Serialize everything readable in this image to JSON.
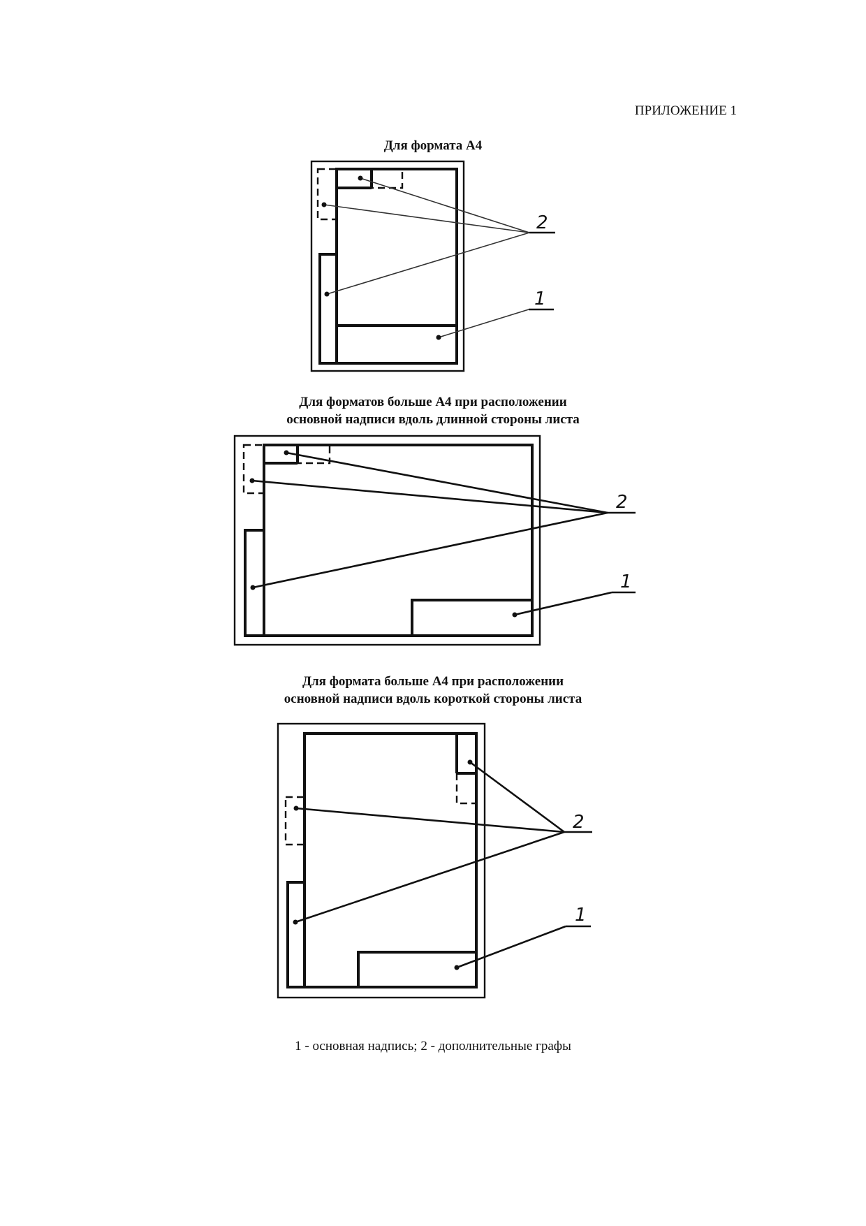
{
  "appendix_label": "ПРИЛОЖЕНИЕ 1",
  "figures": [
    {
      "caption_lines": [
        "Для формата А4"
      ],
      "callouts": [
        "2",
        "1"
      ]
    },
    {
      "caption_lines": [
        "Для форматов больше А4 при расположении",
        "основной надписи вдоль длинной стороны листа"
      ],
      "callouts": [
        "2",
        "1"
      ]
    },
    {
      "caption_lines": [
        "Для формата больше А4 при расположении",
        "основной надписи вдоль короткой стороны листа"
      ],
      "callouts": [
        "2",
        "1"
      ]
    }
  ],
  "legend": "1 - основная надпись; 2 - дополнительные графы"
}
